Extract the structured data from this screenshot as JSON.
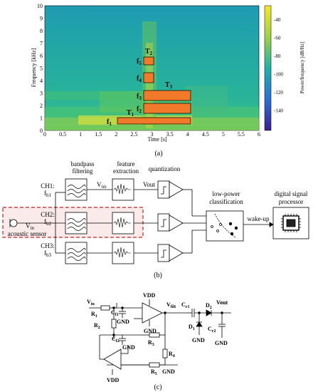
{
  "panel_a": {
    "ylabel": "Frequency [kHz]",
    "xlabel": "Time [s]",
    "colorbar_label": "Power/frequency [dB/Hz]",
    "x_ticks": [
      "0",
      "0.5",
      "1",
      "1.5",
      "2",
      "2.5",
      "3",
      "3.5",
      "4",
      "4.5",
      "5",
      "5.5",
      "6"
    ],
    "y_ticks": [
      "0",
      "1",
      "2",
      "3",
      "4",
      "5",
      "6",
      "7",
      "8",
      "9",
      "10"
    ],
    "cb_ticks": [
      "-40",
      "-60",
      "-80",
      "-100",
      "-120",
      "-140"
    ],
    "box_labels": {
      "f1": "f",
      "f1s": "1",
      "f2": "f",
      "f2s": "2",
      "f3": "f",
      "f3s": "3",
      "f4": "f",
      "f4s": "4",
      "f5": "f",
      "f5s": "5",
      "t1": "T",
      "t1s": "1",
      "t2": "T",
      "t2s": "2",
      "t3": "T",
      "t3s": "3"
    },
    "caption": "(a)",
    "colors": {
      "box": "#f07a2a",
      "box_edge": "#000000"
    }
  },
  "panel_b": {
    "headers": {
      "bandpass1": "bandpass",
      "bandpass2": "filtering",
      "feature1": "feature",
      "feature2": "extraction",
      "quant": "quantization"
    },
    "channels": [
      {
        "label": "CH1:",
        "f": "f",
        "sub": "b1"
      },
      {
        "label": "CH2:",
        "f": "f",
        "sub": "b2"
      },
      {
        "label": "CH3:",
        "f": "f",
        "sub": "b3"
      }
    ],
    "vfilt": "V",
    "vfilt_sub": "filt",
    "vout": "Vout",
    "vin": "V",
    "vin_sub": "in",
    "acoustic": "acoustic sensor",
    "classif1": "low-power",
    "classif2": "classification",
    "wakeup": "wake-up",
    "dsp1": "digital signal",
    "dsp2": "processor",
    "caption": "(b)",
    "colors": {
      "dashed": "#cc2222",
      "dashed_fill": "#fbeaea"
    }
  },
  "panel_c": {
    "labels": {
      "vin": "V",
      "vin_sub": "in",
      "r1": "R",
      "r1s": "1",
      "r2": "R",
      "r2s": "2",
      "cf1": "C",
      "cf1s": "f1",
      "cf2": "C",
      "cf2s": "f2",
      "gnd": "GND",
      "vdd": "VDD",
      "r3": "R",
      "r3s": "3",
      "r4": "R",
      "r4s": "4",
      "r5": "R",
      "r5s": "5",
      "vfilt": "V",
      "vfilt_sub": "filt",
      "cr1": "C",
      "cr1s": "r1",
      "cr2": "C",
      "cr2s": "r2",
      "d1": "D",
      "d1s": "1",
      "d2": "D",
      "d2s": "2",
      "vout": "Vout"
    },
    "caption": "(c)"
  }
}
